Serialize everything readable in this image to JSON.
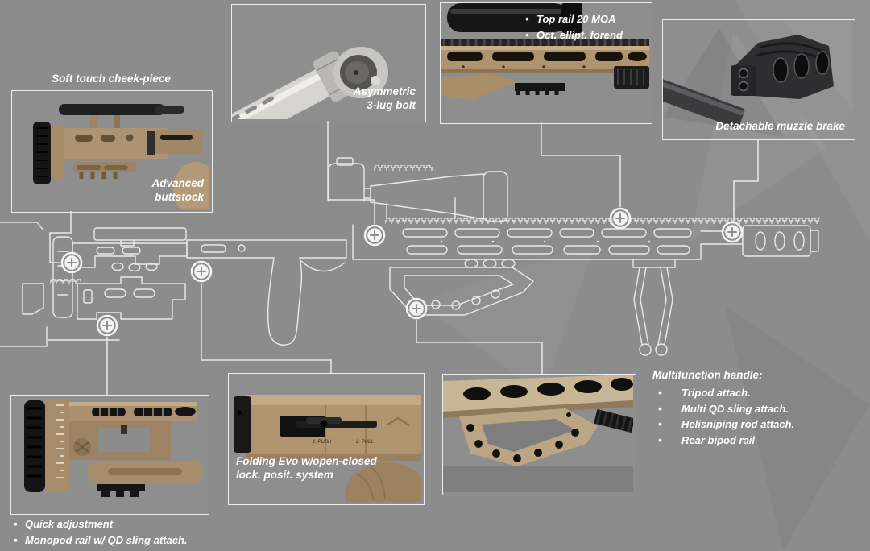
{
  "colors": {
    "background": "#8c8c8c",
    "line_art": "#e9e9e9",
    "label_text": "#ffffff",
    "tan_fde": "#b0946f",
    "dark_parts": "#1a1a1a"
  },
  "callouts": {
    "cheek_piece": {
      "title": "Soft touch cheek-piece",
      "label": "Advanced\nbuttstock"
    },
    "bolt": {
      "label": "Asymmetric\n3-lug bolt"
    },
    "forend": {
      "bullets": [
        "Top rail 20 MOA",
        "Oct. ellipt. forend"
      ]
    },
    "muzzle": {
      "label": "Detachable muzzle brake"
    },
    "buttstock": {
      "bullets": [
        "Quick adjustment",
        "Monopod rail w/ QD sling attach."
      ]
    },
    "folding": {
      "label": "Folding Evo w/open-closed\nlock. posit. system",
      "photo_labels": {
        "push": "1. PUSH",
        "pull": "2. PULL"
      }
    },
    "handle": {
      "title": "Multifunction handle:",
      "bullets": [
        "Tripod attach.",
        "Multi QD sling attach.",
        "Helisniping rod attach.",
        "Rear bipod rail"
      ]
    }
  }
}
